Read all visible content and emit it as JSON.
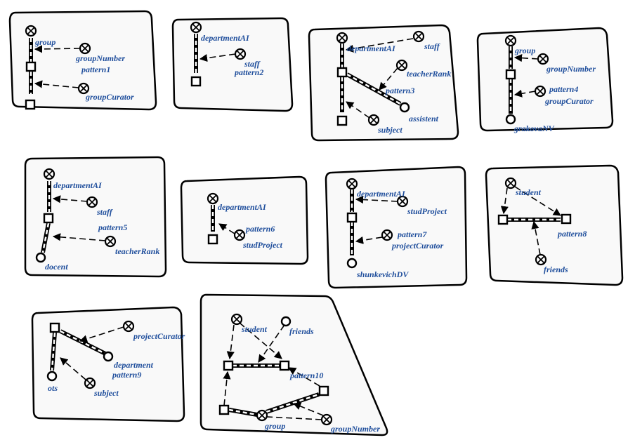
{
  "patterns": [
    {
      "labels": [
        "group",
        "groupNumber",
        "pattern1",
        "groupCurator"
      ]
    },
    {
      "labels": [
        "departmentAI",
        "staff",
        "pattern2"
      ]
    },
    {
      "labels": [
        "departmentAI",
        "staff",
        "teacherRank",
        "pattern3",
        "assistent",
        "subject"
      ]
    },
    {
      "labels": [
        "group",
        "groupNumber",
        "pattern4",
        "groupCurator",
        "grakovaNV"
      ]
    },
    {
      "labels": [
        "departmentAI",
        "staff",
        "pattern5",
        "teacherRank",
        "docent"
      ]
    },
    {
      "labels": [
        "departmentAI",
        "pattern6",
        "studProject"
      ]
    },
    {
      "labels": [
        "departmentAI",
        "studProject",
        "pattern7",
        "projectCurator",
        "shunkevichDV"
      ]
    },
    {
      "labels": [
        "student",
        "pattern8",
        "friends"
      ]
    },
    {
      "labels": [
        "projectCurator",
        "department",
        "pattern9",
        "ots",
        "subject"
      ]
    },
    {
      "labels": [
        "student",
        "friends",
        "pattern10",
        "group",
        "groupNumber"
      ]
    }
  ],
  "colors": {
    "label": "#1f4e9c",
    "panel": "#f9f9f9",
    "stroke": "#000000"
  }
}
